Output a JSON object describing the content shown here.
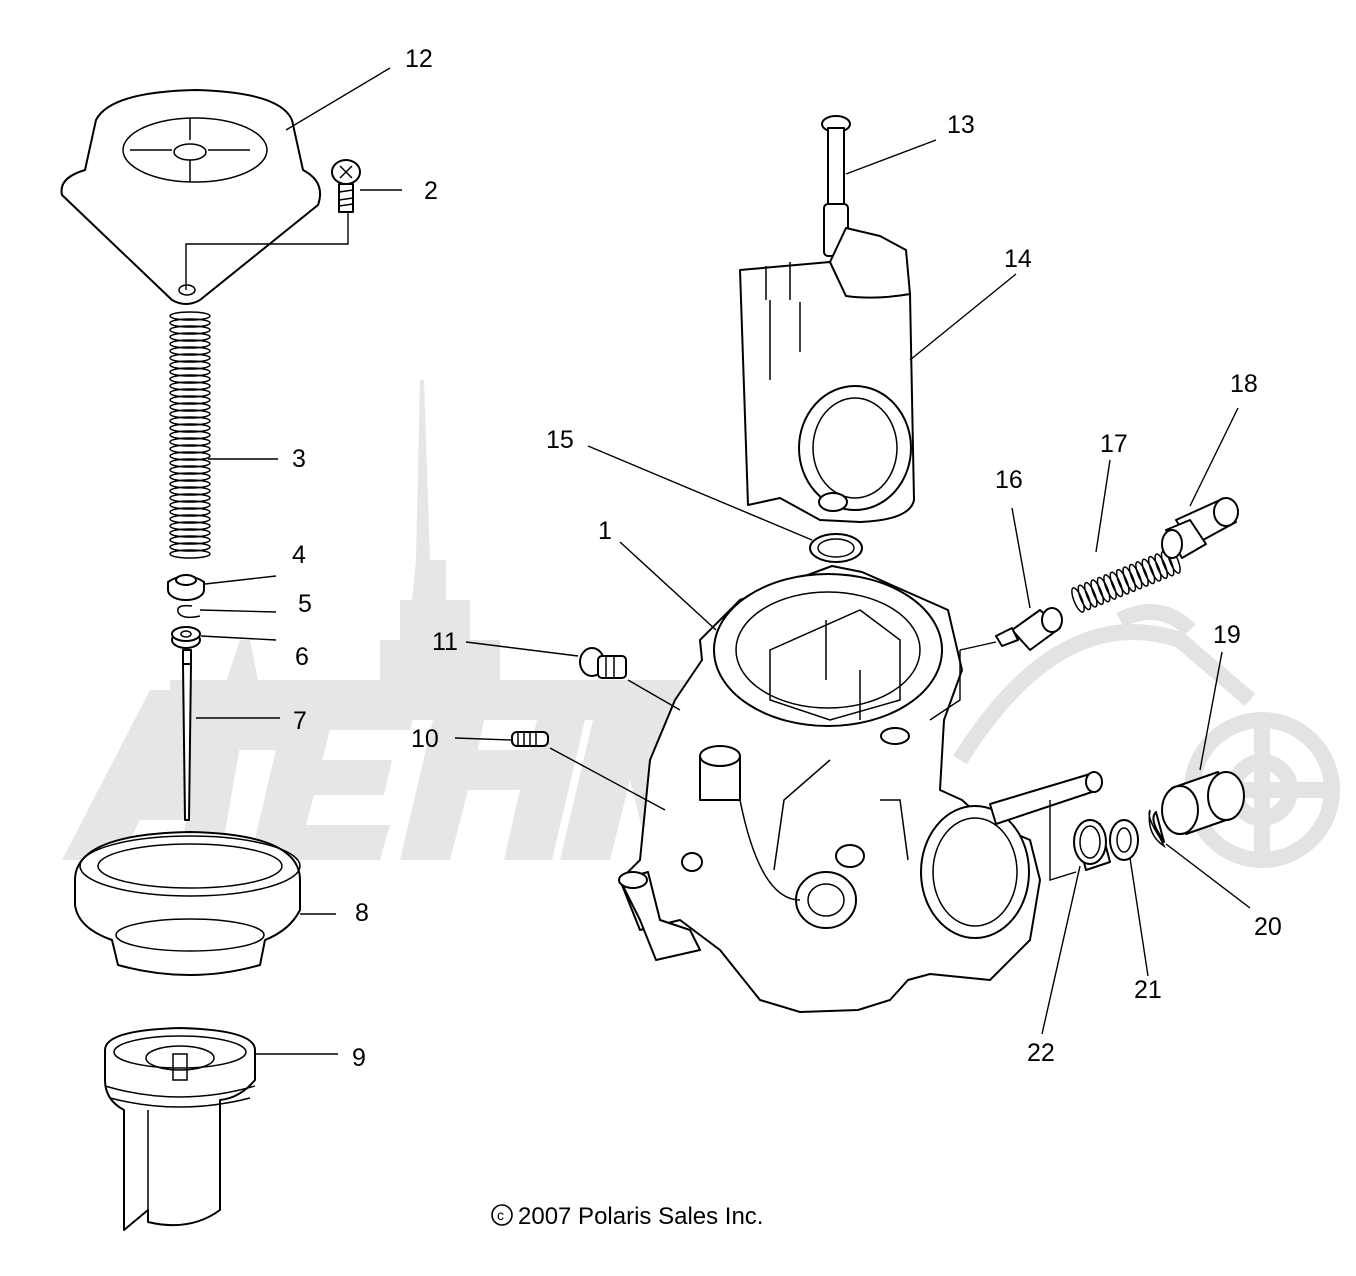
{
  "diagram": {
    "callouts": [
      {
        "id": "12",
        "label": "12"
      },
      {
        "id": "2",
        "label": "2"
      },
      {
        "id": "3",
        "label": "3"
      },
      {
        "id": "4",
        "label": "4"
      },
      {
        "id": "5",
        "label": "5"
      },
      {
        "id": "6",
        "label": "6"
      },
      {
        "id": "7",
        "label": "7"
      },
      {
        "id": "8",
        "label": "8"
      },
      {
        "id": "9",
        "label": "9"
      },
      {
        "id": "13",
        "label": "13"
      },
      {
        "id": "14",
        "label": "14"
      },
      {
        "id": "15",
        "label": "15"
      },
      {
        "id": "1",
        "label": "1"
      },
      {
        "id": "11",
        "label": "11"
      },
      {
        "id": "10",
        "label": "10"
      },
      {
        "id": "16",
        "label": "16"
      },
      {
        "id": "17",
        "label": "17"
      },
      {
        "id": "18",
        "label": "18"
      },
      {
        "id": "19",
        "label": "19"
      },
      {
        "id": "20",
        "label": "20"
      },
      {
        "id": "21",
        "label": "21"
      },
      {
        "id": "22",
        "label": "22"
      }
    ],
    "copyright": "2007 Polaris Sales Inc.",
    "copyright_symbol": "c",
    "watermark_text": "AeHMoto",
    "colors": {
      "line": "#000000",
      "watermark": "#e6e6e6",
      "background": "#ffffff"
    }
  }
}
